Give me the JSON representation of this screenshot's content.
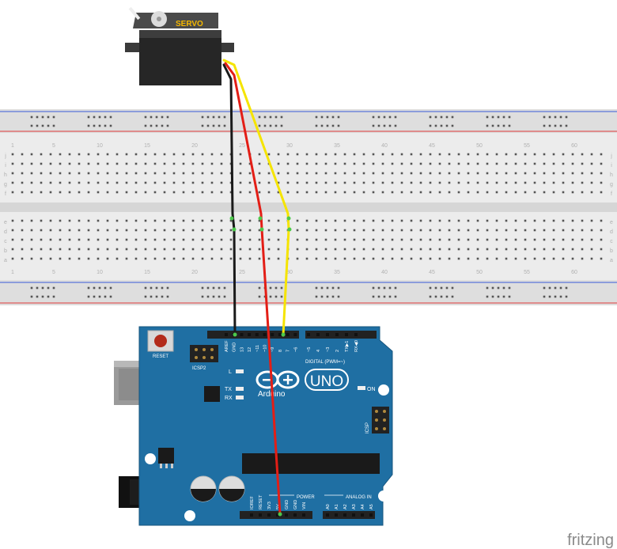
{
  "servo": {
    "label": "SERVO"
  },
  "breadboard": {
    "column_numbers": [
      "1",
      "5",
      "10",
      "15",
      "20",
      "25",
      "30",
      "35",
      "40",
      "45",
      "50",
      "55",
      "60"
    ],
    "row_letters_top": [
      "j",
      "i",
      "h",
      "g",
      "f"
    ],
    "row_letters_bottom": [
      "e",
      "d",
      "c",
      "b",
      "a"
    ]
  },
  "arduino": {
    "reset_label": "RESET",
    "icsp2_label": "ICSP2",
    "icsp_label": "ICSP",
    "led_l": "L",
    "led_tx": "TX",
    "led_rx": "RX",
    "on_label": "ON",
    "digital_label": "DIGITAL (PWM=~)",
    "brand": "Arduino",
    "model": "UNO",
    "power_label": "POWER",
    "analog_label": "ANALOG IN",
    "top_header_pins": [
      "AREF",
      "GND",
      "13",
      "12",
      "~11",
      "~10",
      "~9",
      "8",
      "7",
      "~6",
      "~5",
      "4",
      "~3",
      "2",
      "TX▶1",
      "RX◀0"
    ],
    "bottom_power_pins": [
      "IOREF",
      "RESET",
      "3V3",
      "5V",
      "GND",
      "GND",
      "VIN"
    ],
    "bottom_analog_pins": [
      "A0",
      "A1",
      "A2",
      "A3",
      "A4",
      "A5"
    ]
  },
  "wires": [
    {
      "name": "black-wire",
      "color": "#1a1a1a"
    },
    {
      "name": "red-wire",
      "color": "#e31e16"
    },
    {
      "name": "yellow-wire",
      "color": "#f5e400"
    }
  ],
  "colors": {
    "board": "#1f6fa3",
    "rail_blue": "#3a5ad8",
    "rail_red": "#e03a3a"
  },
  "footer": {
    "logo": "fritzing"
  }
}
